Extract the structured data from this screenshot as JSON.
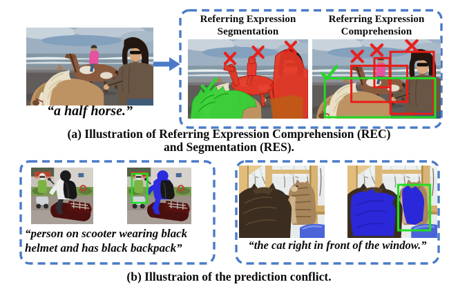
{
  "panel_a": {
    "query_caption": "“a half horse.”",
    "seg_title": "Referring Expression Segmentation",
    "comp_title": "Referring Expression Comprehension",
    "caption": [
      "(a) Illustration of Referring Expression Comprehension (REC)",
      "and Segmentation (RES)."
    ],
    "marks": {
      "segmentation": {
        "incorrect_count": 3,
        "correct_count": 1
      },
      "comprehension": {
        "incorrect_count": 3,
        "correct_count": 1
      }
    }
  },
  "panel_b": {
    "scooter_caption": [
      "“person on scooter wearing black",
      "helmet and has black backpack”"
    ],
    "cat_caption": "“the cat right in front of the window.”",
    "caption": "(b) Illustraion of the prediction conflict."
  },
  "icons": {
    "flow_arrow": "right-block-arrow",
    "correct_mark": "green-check",
    "incorrect_mark": "red-x"
  },
  "colors": {
    "dashed_border": "#4a7bc8",
    "arrow": "#4a7bc8",
    "correct_green": "#2ed32e",
    "incorrect_red": "#e8211d",
    "mask_red": "#e53826",
    "mask_green": "#38d138",
    "mask_blue": "#2b2be0",
    "pred_box_green": "#24d824",
    "pred_box_red": "#ea1c16"
  }
}
